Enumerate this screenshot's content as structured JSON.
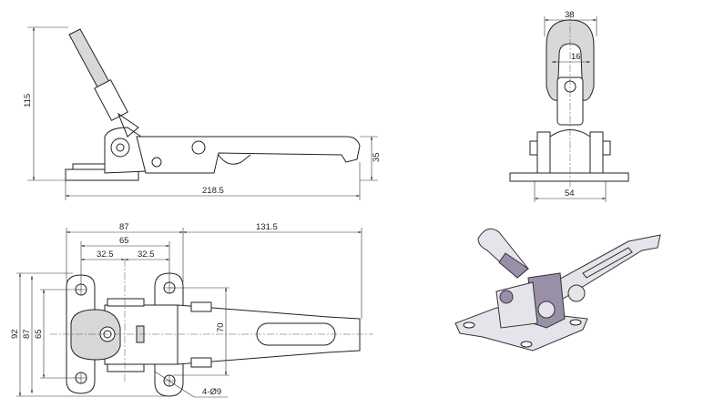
{
  "views": {
    "side": {
      "height_total": "115",
      "height_arm": "35",
      "length_total": "218.5"
    },
    "front": {
      "handle_width": "38",
      "handle_inner": "16",
      "base_width": "54"
    },
    "plan": {
      "base_width": "87",
      "hole_spacing": "65",
      "half_left": "32.5",
      "half_right": "32.5",
      "arm_length": "131.5",
      "base_height": "92",
      "base_height_inner": "87",
      "hole_spacing_vertical": "65",
      "arm_span": "70",
      "holes": "4-Ø9"
    }
  }
}
